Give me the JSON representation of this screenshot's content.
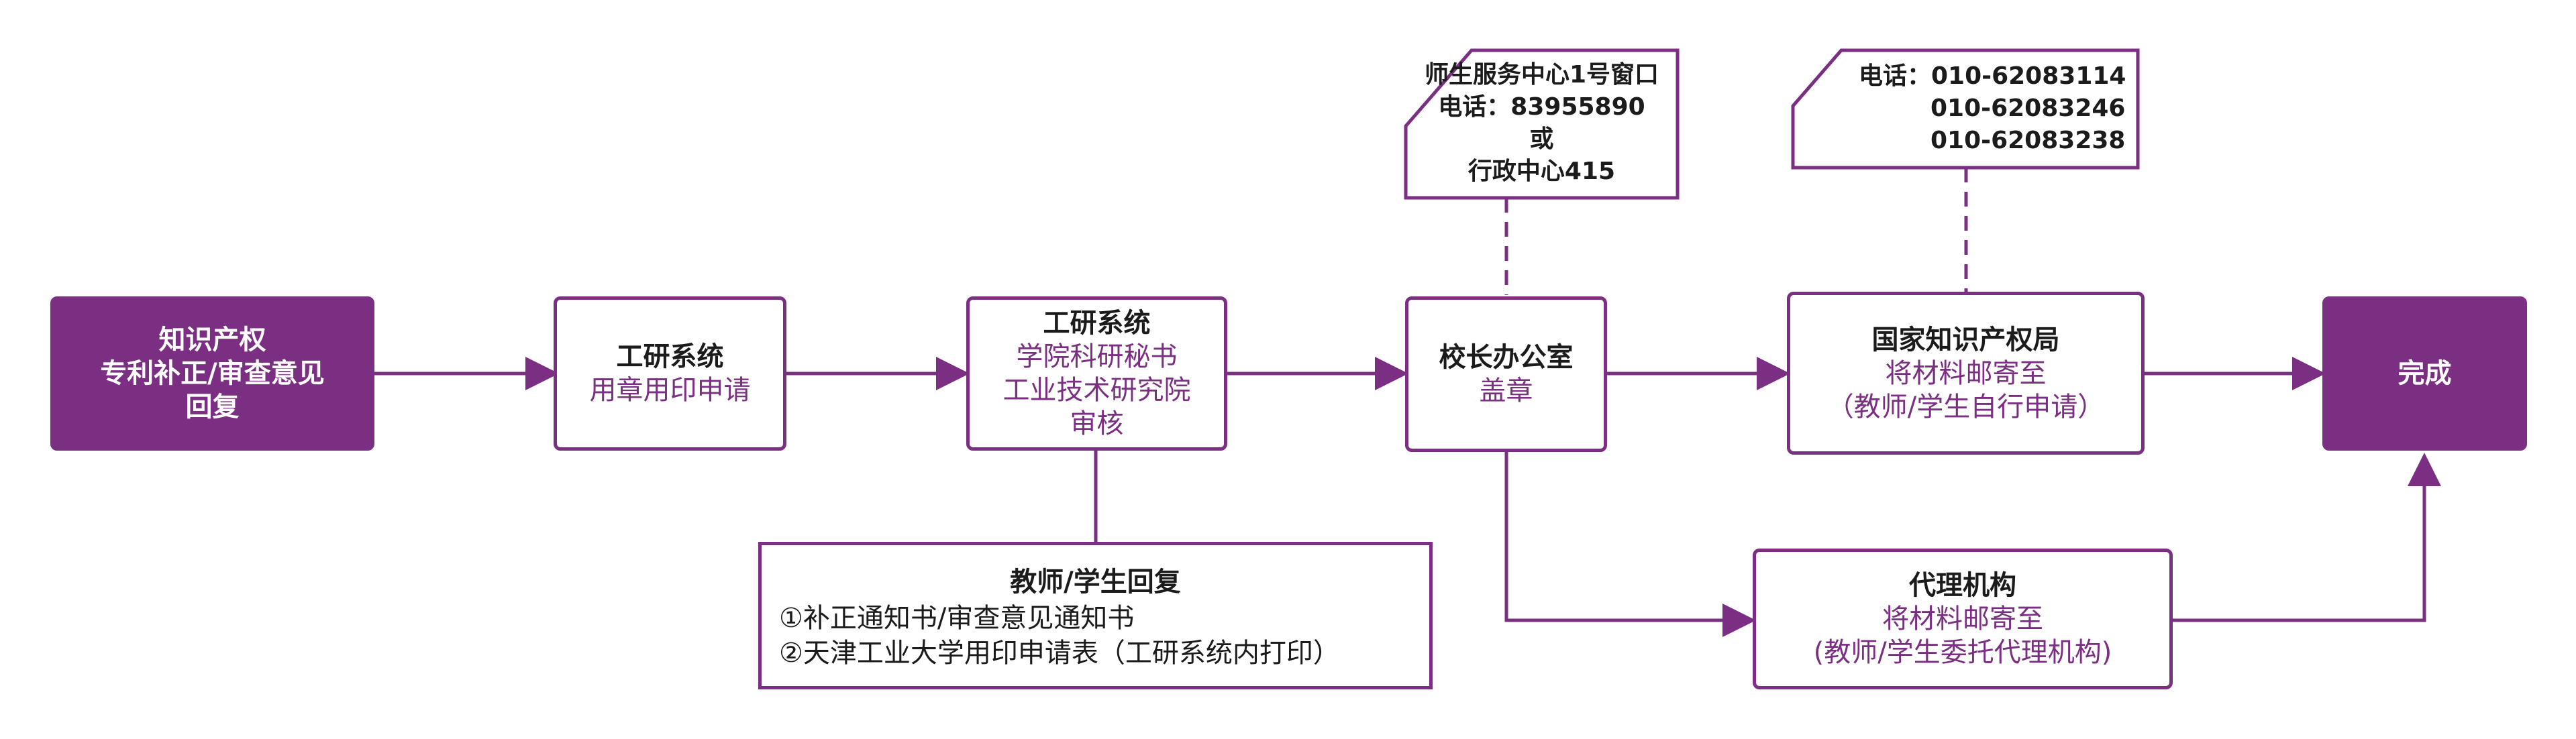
{
  "nodes": {
    "start": {
      "lines": [
        "知识产权",
        "专利补正/审查意见",
        "回复"
      ]
    },
    "seal_apply": {
      "title": "工研系统",
      "lines": [
        "用章用印申请"
      ]
    },
    "review": {
      "title": "工研系统",
      "lines": [
        "学院科研秘书",
        "工业技术研究院",
        "审核"
      ]
    },
    "president_office": {
      "title": "校长办公室",
      "lines": [
        "盖章"
      ]
    },
    "cnipa": {
      "title": "国家知识产权局",
      "lines": [
        "将材料邮寄至",
        "（教师/学生自行申请）"
      ]
    },
    "agency": {
      "title": "代理机构",
      "lines": [
        "将材料邮寄至",
        "(教师/学生委托代理机构)"
      ]
    },
    "done": {
      "title": "完成"
    },
    "reply": {
      "title": "教师/学生回复",
      "lines": [
        "①补正通知书/审查意见通知书",
        "②天津工业大学用印申请表（工研系统内打印）"
      ]
    }
  },
  "notes": {
    "president_contact": [
      "师生服务中心1号窗口",
      "电话：83955890",
      "或",
      "行政中心415"
    ],
    "cnipa_contact": [
      "电话：010-62083114",
      "010-62083246",
      "010-62083238"
    ]
  },
  "colors": {
    "accent": "#7b2f82",
    "text": "#1b1b1b"
  }
}
